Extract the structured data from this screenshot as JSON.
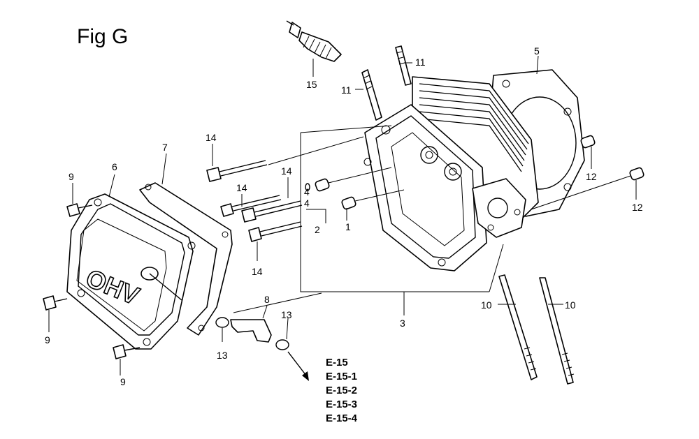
{
  "figure": {
    "title": "Fig G"
  },
  "callouts": {
    "c1": "1",
    "c2": "2",
    "c3": "3",
    "c4a": "4",
    "c4b": "4",
    "c5": "5",
    "c6": "6",
    "c7": "7",
    "c8": "8",
    "c9a": "9",
    "c9b": "9",
    "c9c": "9",
    "c10a": "10",
    "c10b": "10",
    "c11a": "11",
    "c11b": "11",
    "c12a": "12",
    "c12b": "12",
    "c13a": "13",
    "c13b": "13",
    "c14a": "14",
    "c14b": "14",
    "c14c": "14",
    "c14d": "14",
    "c15": "15"
  },
  "cover_lettering": "OHV",
  "references": [
    "E-15",
    "E-15-1",
    "E-15-2",
    "E-15-3",
    "E-15-4"
  ]
}
